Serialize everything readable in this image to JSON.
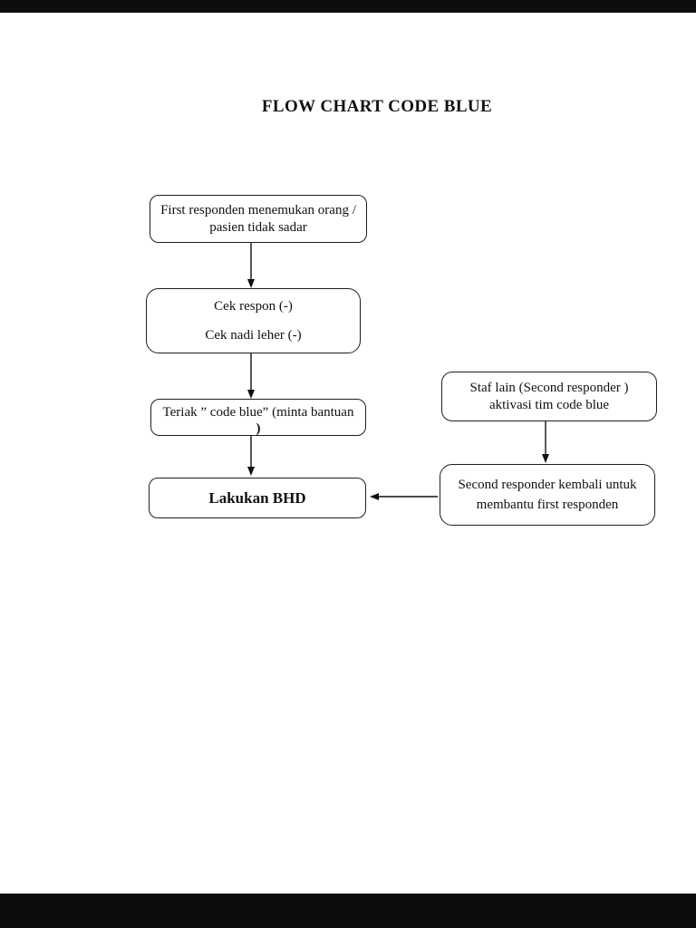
{
  "page": {
    "title": "FLOW CHART CODE BLUE",
    "background_color": "#ffffff",
    "letterbox_color": "#0d0d0d",
    "line_color": "#111111"
  },
  "flowchart": {
    "nodes": {
      "first_responder": {
        "line1": "First responden menemukan orang /",
        "line2": "pasien tidak sadar"
      },
      "check": {
        "line1": "Cek respon (-)",
        "line2": "Cek nadi leher (-)"
      },
      "shout": {
        "line1": "Teriak ” code blue”  (minta bantuan",
        "line2": ")"
      },
      "bhd": {
        "line1": "Lakukan BHD"
      },
      "staff": {
        "line1": "Staf lain (Second responder )",
        "line2": "aktivasi tim code blue"
      },
      "second_responder": {
        "line1": "Second responder kembali untuk",
        "line2": "membantu first responden"
      }
    }
  }
}
